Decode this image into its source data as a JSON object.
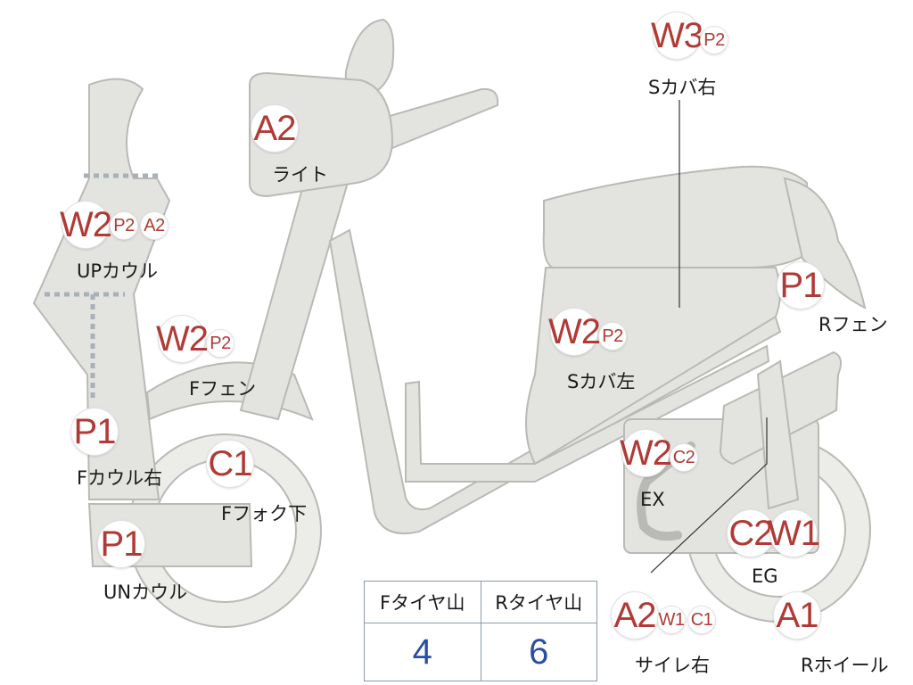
{
  "parts": {
    "light": {
      "codes": [
        "A2"
      ],
      "label": "ライト"
    },
    "s_cover_right": {
      "codes": [
        "W3",
        "P2"
      ],
      "label": "Sカバ右"
    },
    "up_cowl": {
      "codes": [
        "W2",
        "P2",
        "A2"
      ],
      "label": "UPカウル"
    },
    "r_fender": {
      "codes": [
        "P1"
      ],
      "label": "Rフェン"
    },
    "f_fender": {
      "codes": [
        "W2",
        "P2"
      ],
      "label": "Fフェン"
    },
    "s_cover_left": {
      "codes": [
        "W2",
        "P2"
      ],
      "label": "Sカバ左"
    },
    "f_cowl_right": {
      "codes": [
        "P1"
      ],
      "label": "Fカウル右"
    },
    "f_fork_lower": {
      "codes": [
        "C1"
      ],
      "label": "Fフォク下"
    },
    "ex": {
      "codes": [
        "W2",
        "C2"
      ],
      "label": "EX"
    },
    "eg": {
      "codes": [
        "C2",
        "W1"
      ],
      "label": "EG"
    },
    "un_cowl": {
      "codes": [
        "P1"
      ],
      "label": "UNカウル"
    },
    "side_rail_right": {
      "codes": [
        "A2",
        "W1",
        "C1"
      ],
      "label": "サイレ右"
    },
    "r_wheel": {
      "codes": [
        "A1"
      ],
      "label": "Rホイール"
    }
  },
  "tire_depth": {
    "front_header": "Fタイヤ山",
    "rear_header": "Rタイヤ山",
    "front_value": "4",
    "rear_value": "6"
  },
  "colors": {
    "code_text": "#b13a36",
    "value_text": "#2a4ea0",
    "body_fill": "#e3e3e0"
  }
}
